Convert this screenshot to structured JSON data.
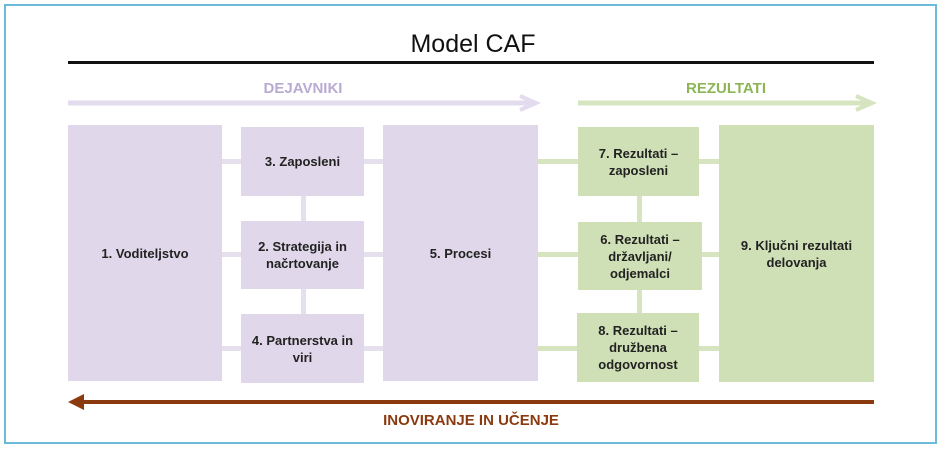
{
  "title": "Model CAF",
  "enablers_label": "DEJAVNIKI",
  "results_label": "REZULTATI",
  "innovation_label": "INOVIRANJE IN UČENJE",
  "boxes": {
    "b1": "1. Voditeljstvo",
    "b2": "2. Strategija in načrtovanje",
    "b3": "3. Zaposleni",
    "b4": "4. Partnerstva in viri",
    "b5": "5. Procesi",
    "b6": "6. Rezultati – državljani/ odjemalci",
    "b7": "7. Rezultati – zaposleni",
    "b8": "8. Rezultati – družbena odgovornost",
    "b9": "9. Ključni rezultati delovanja"
  },
  "colors": {
    "enablers": "#e0d8ea",
    "results": "#d0e0b6",
    "innovation": "#8b3a0f",
    "frame": "#6bbcd9"
  }
}
